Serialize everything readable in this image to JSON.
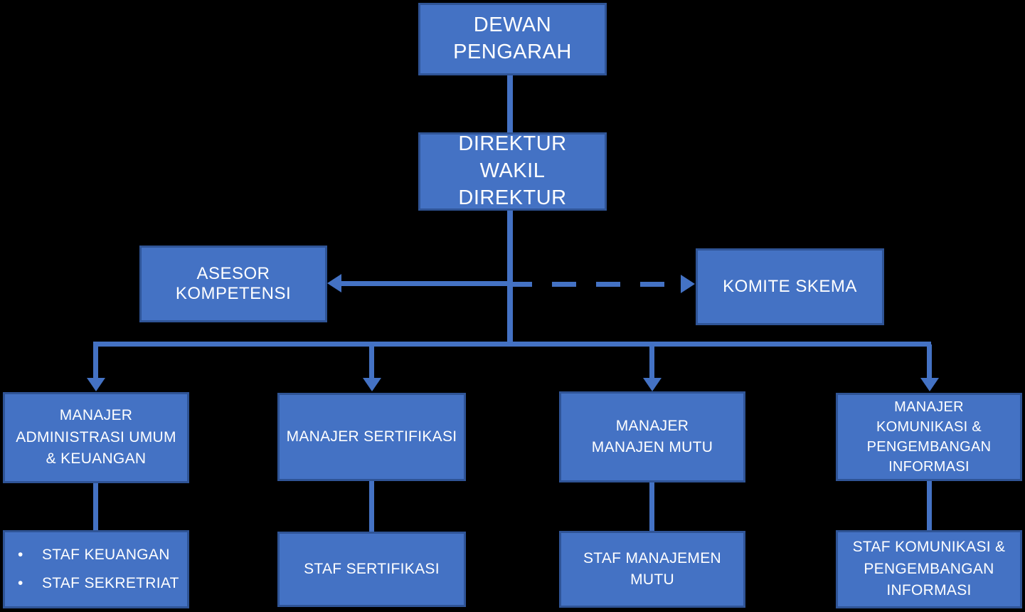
{
  "theme": {
    "background": "#000000",
    "box_fill": "#4472C4",
    "box_border": "#2F5496",
    "connector_color": "#4472C4",
    "text_color": "#FFFFFF"
  },
  "bullet": "•",
  "nodes": {
    "dewan_pengarah": "DEWAN\nPENGARAH",
    "direktur": "DIREKTUR\nWAKIL\nDIREKTUR",
    "asesor_kompetensi": "ASESOR KOMPETENSI",
    "komite_skema": "KOMITE SKEMA",
    "manajer_admin": "MANAJER\nADMINISTRASI UMUM\n& KEUANGAN",
    "manajer_sertifikasi": "MANAJER SERTIFIKASI",
    "manajer_mutu": "MANAJER\nMANAJEN MUTU",
    "manajer_komunikasi": "MANAJER\nKOMUNIKASI &\nPENGEMBANGAN\nINFORMASI",
    "staf_admin_items": [
      "STAF KEUANGAN",
      "STAF SEKRETRIAT"
    ],
    "staf_sertifikasi": "STAF SERTIFIKASI",
    "staf_mutu": "STAF MANAJEMEN\nMUTU",
    "staf_komunikasi": "STAF KOMUNIKASI &\nPENGEMBANGAN\nINFORMASI"
  }
}
